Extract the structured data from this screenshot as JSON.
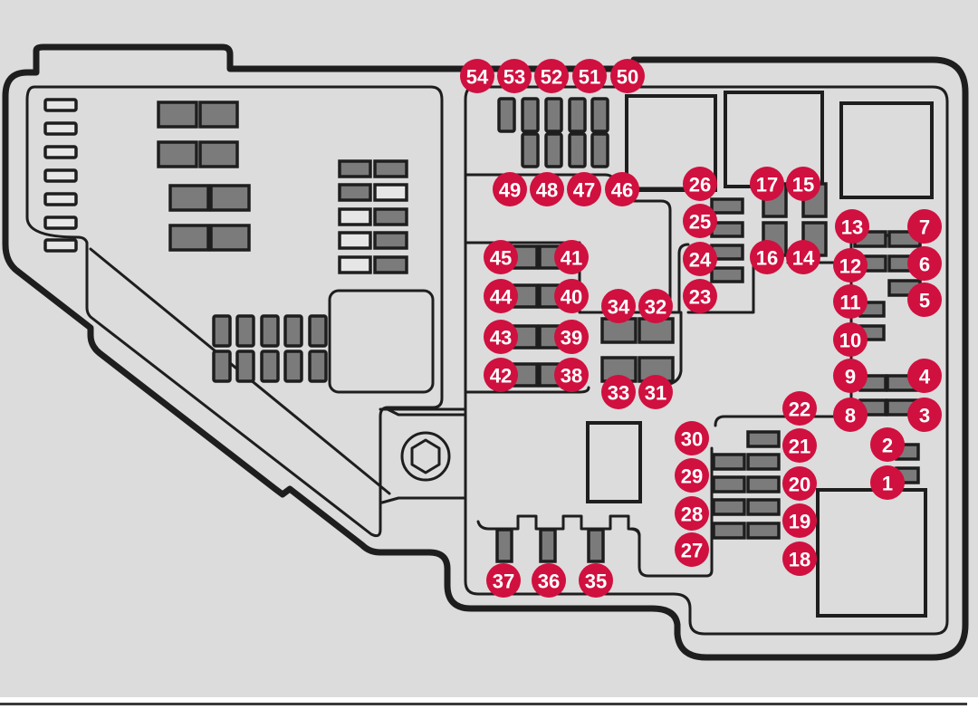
{
  "diagram": {
    "title": "Fuse box layout",
    "colors": {
      "background": "#dcdcdc",
      "outline": "#1e1e1e",
      "fuse_fill": "#7b7b7b",
      "badge": "#d0103f",
      "badge_text": "#ffffff"
    },
    "fuse_numbers": [
      "1",
      "2",
      "3",
      "4",
      "5",
      "6",
      "7",
      "8",
      "9",
      "10",
      "11",
      "12",
      "13",
      "14",
      "15",
      "16",
      "17",
      "18",
      "19",
      "20",
      "21",
      "22",
      "23",
      "24",
      "25",
      "26",
      "27",
      "28",
      "29",
      "30",
      "31",
      "32",
      "33",
      "34",
      "35",
      "36",
      "37",
      "38",
      "39",
      "40",
      "41",
      "42",
      "43",
      "44",
      "45",
      "46",
      "47",
      "48",
      "49",
      "50",
      "51",
      "52",
      "53",
      "54"
    ]
  }
}
